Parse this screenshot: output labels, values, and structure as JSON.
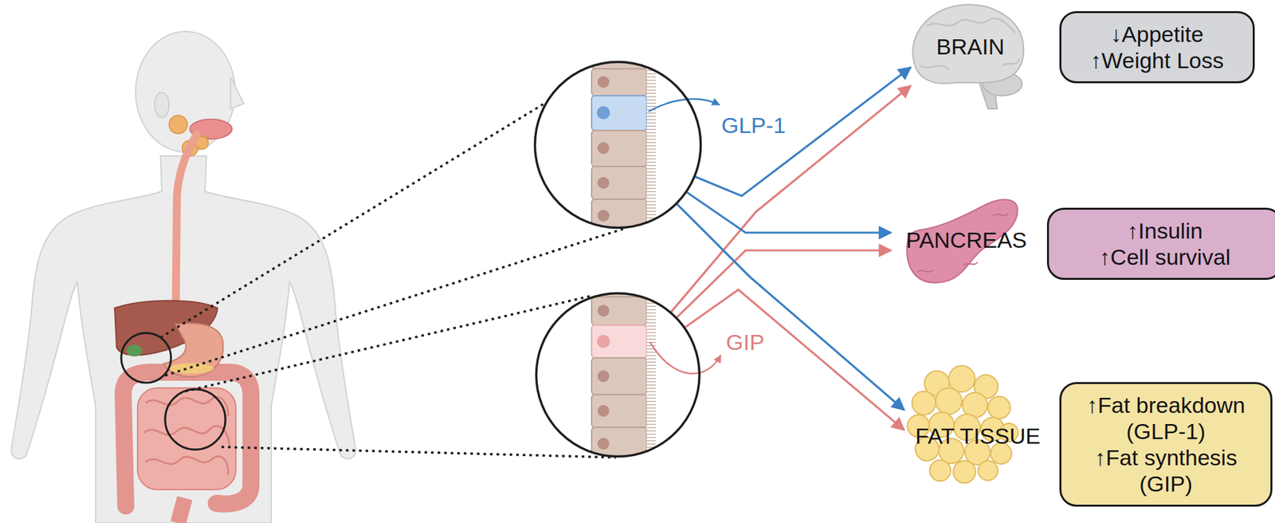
{
  "diagram": {
    "nodes": [
      {
        "text": [
          "GLP-1"
        ]
      },
      {
        "text": [
          "GIP"
        ]
      },
      {
        "text": [
          "BRAIN"
        ]
      },
      {
        "text": [
          "↓Appetite",
          "↑Weight Loss"
        ]
      },
      {
        "text": [
          "PANCREAS"
        ]
      },
      {
        "text": [
          "↑Insulin",
          "↑Cell survival"
        ]
      },
      {
        "text": [
          "FAT TISSUE"
        ]
      },
      {
        "text": [
          "↑Fat breakdown (GLP-1)",
          "↑Fat synthesis (GIP)"
        ]
      }
    ],
    "edges": [
      {
        "from": 0,
        "to": 2,
        "arrow": "to"
      },
      {
        "from": 1,
        "to": 2,
        "arrow": "to"
      },
      {
        "from": 0,
        "to": 4,
        "arrow": "to"
      },
      {
        "from": 1,
        "to": 4,
        "arrow": "to"
      },
      {
        "from": 0,
        "to": 6,
        "arrow": "to"
      },
      {
        "from": 1,
        "to": 6,
        "arrow": "to"
      }
    ]
  }
}
